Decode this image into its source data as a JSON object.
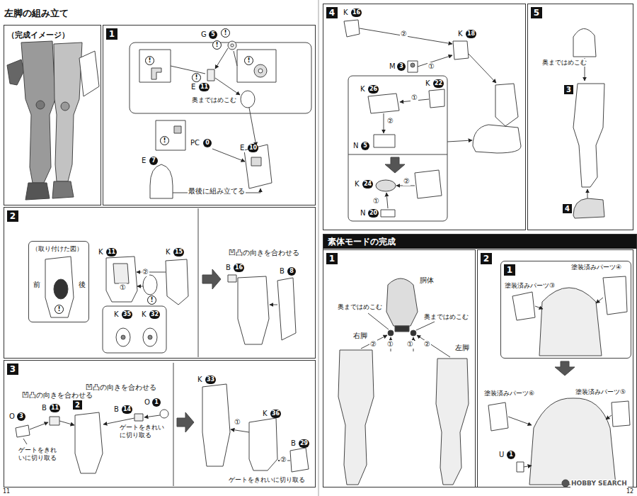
{
  "diagram": {
    "title": "左脚の組み立て",
    "nodes": [
      {
        "text": [
          "（完成イメージ）"
        ]
      },
      {
        "text": [
          "1"
        ]
      },
      {
        "text": [
          "2"
        ]
      },
      {
        "text": [
          "（取り付けた図）"
        ],
        "in": 2
      },
      {
        "text": [
          "3"
        ]
      },
      {
        "text": [
          "4"
        ]
      },
      {
        "text": [
          "5"
        ]
      },
      {
        "text": [
          "素体モードの完成"
        ]
      },
      {
        "text": [
          "1"
        ],
        "in": 7
      },
      {
        "text": [
          "2"
        ],
        "in": 7
      },
      {
        "text": [
          "1"
        ],
        "in": 9
      }
    ],
    "labels": [
      "G",
      "5",
      "!",
      "!",
      "!",
      "!",
      "!",
      "E",
      "11",
      "奥まではめこむ",
      "!",
      "PC",
      "0",
      "E",
      "10",
      "E",
      "7",
      "最後に組み立てる",
      "前",
      "後",
      "!",
      "K",
      "11",
      "②",
      "K",
      "15",
      "①",
      "!",
      "K",
      "35",
      "K",
      "32",
      "凹凸の向きを合わせる",
      "B",
      "16",
      "B",
      "8",
      "凹凸の向きを合わせる",
      "O",
      "3",
      "B",
      "11",
      "ゲートをきれいに切り取る",
      "2",
      "凹凸の向きを合わせる",
      "B",
      "14",
      "O",
      "1",
      "ゲートをきれいに切り取る",
      "K",
      "33",
      "①",
      "K",
      "36",
      "②",
      "B",
      "29",
      "ゲートをきれいに切り取る",
      "K",
      "16",
      "②",
      "K",
      "18",
      "M",
      "3",
      "①",
      "K",
      "26",
      "①",
      "K",
      "22",
      "②",
      "N",
      "5",
      "K",
      "24",
      "②",
      "①",
      "N",
      "20",
      "奥まではめこむ",
      "3",
      "4",
      "胴体",
      "奥まではめこむ",
      "奥まではめこむ",
      "右脚",
      "②",
      "①",
      "①",
      "②",
      "左脚",
      "塗装済みパーツ④",
      "塗装済みパーツ③",
      "塗装済みパーツ⑥",
      "塗装済みパーツ⑤",
      "U",
      "1",
      "11",
      "12",
      "HOBBY SEARCH"
    ]
  }
}
